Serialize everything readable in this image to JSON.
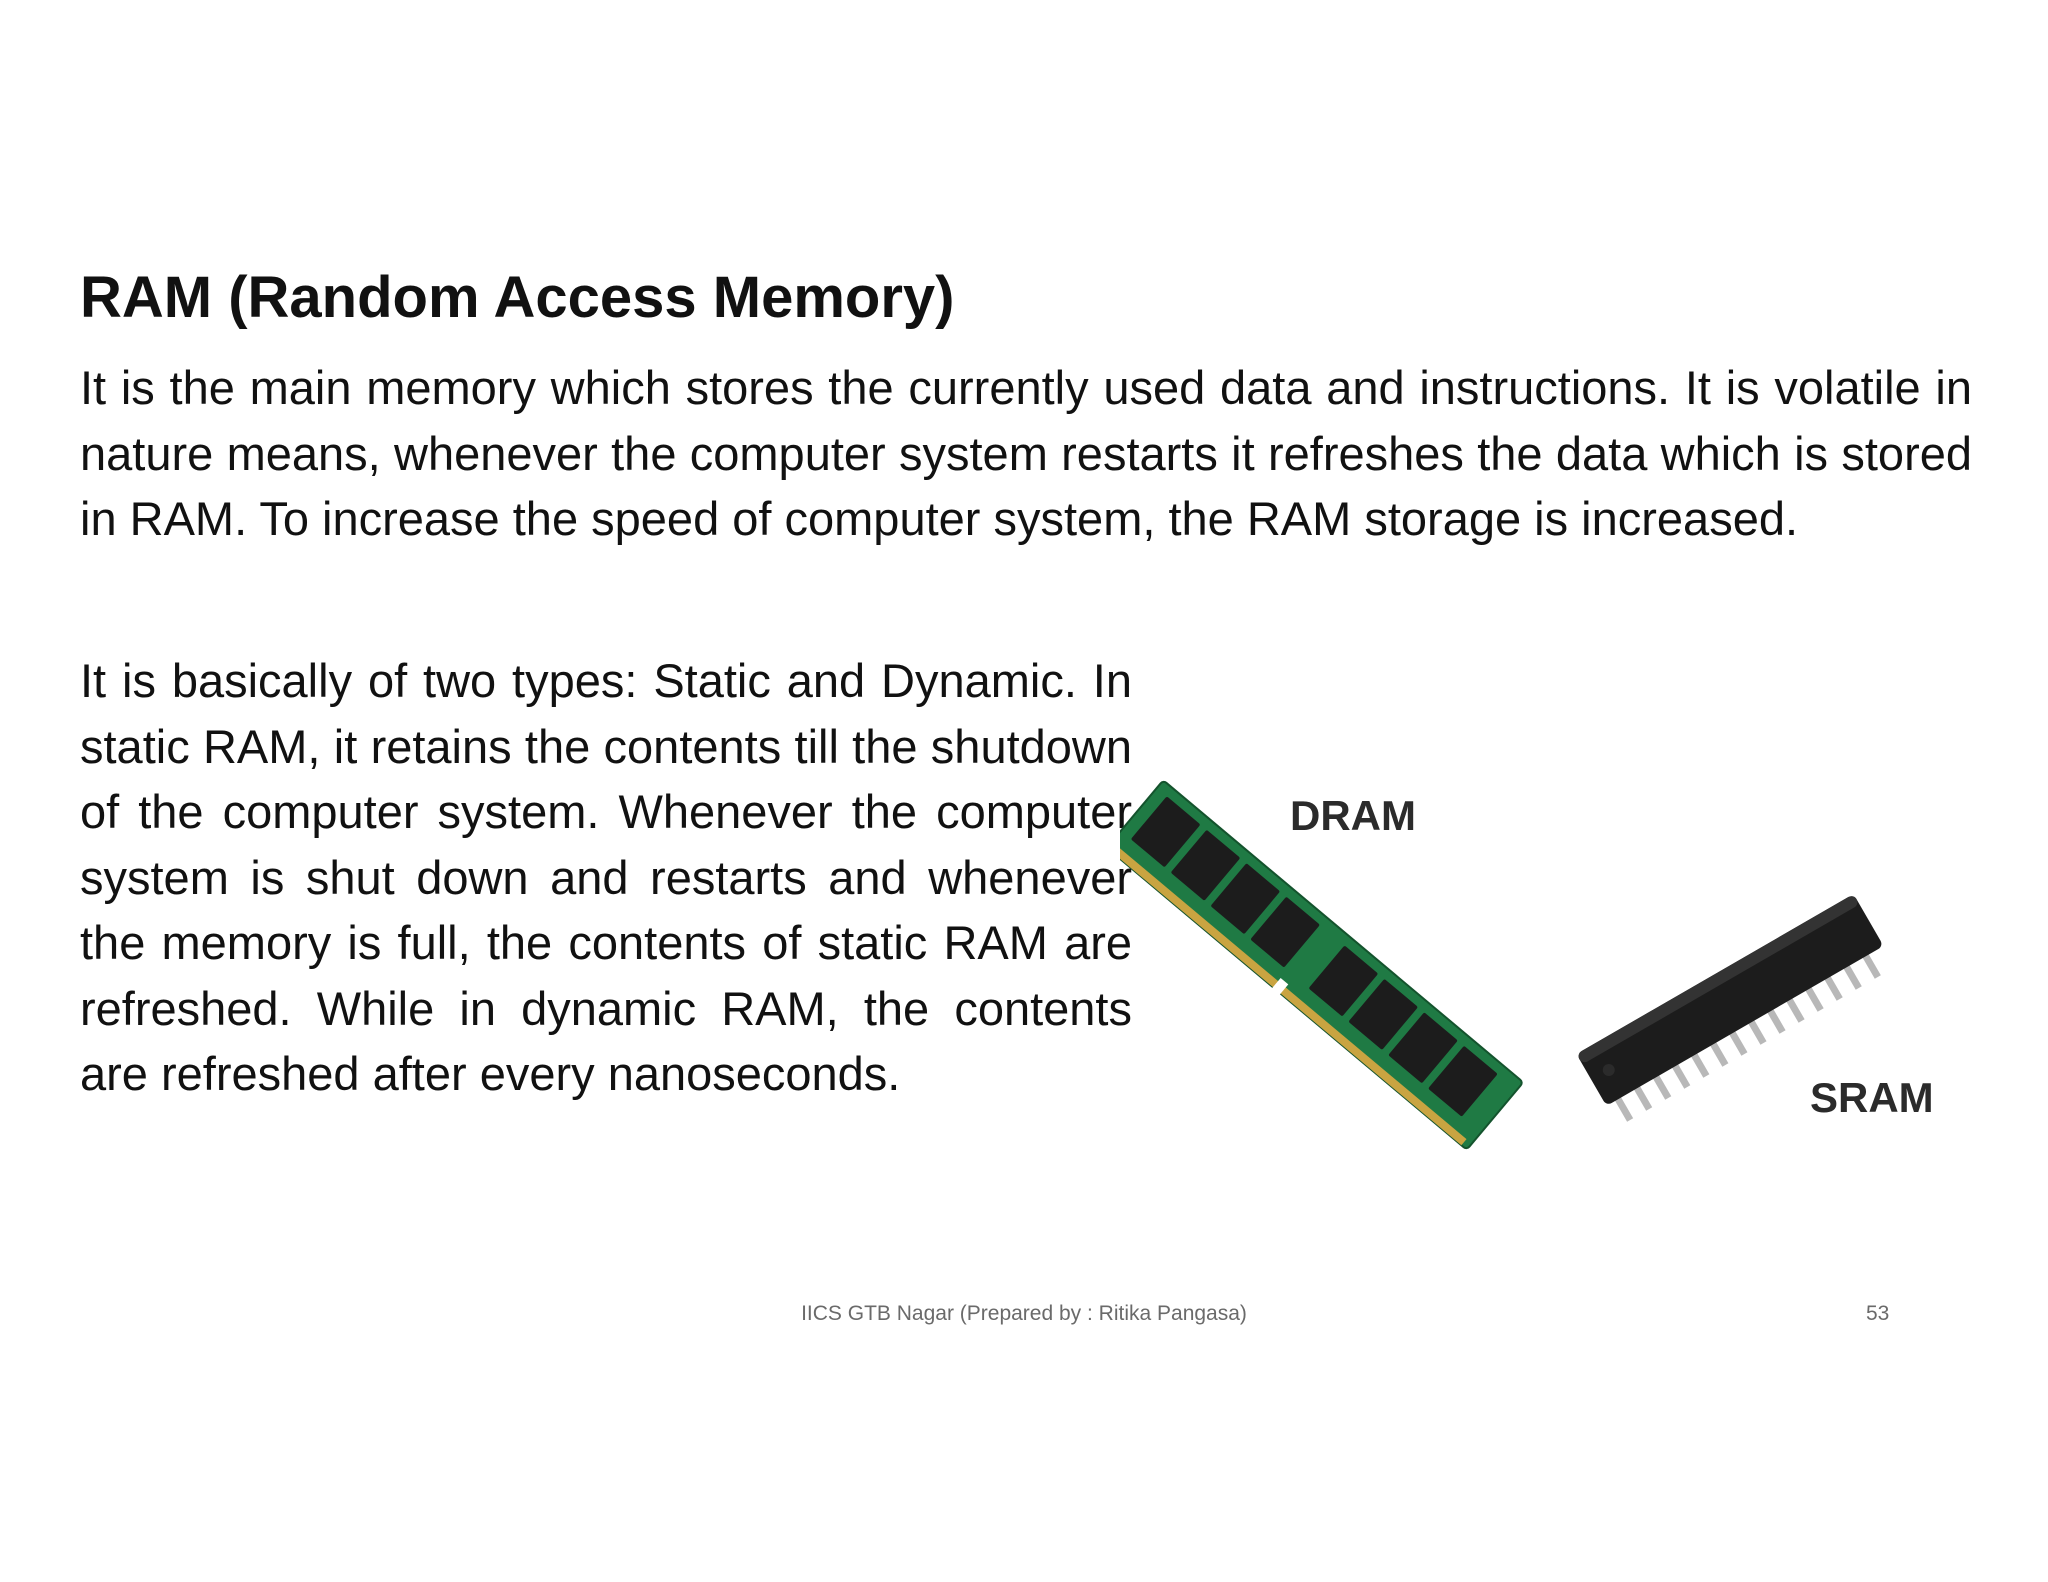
{
  "slide": {
    "title": "RAM (Random Access Memory)",
    "paragraph_1": "It is the main memory which stores the currently used data and instructions. It is volatile in nature means, whenever the computer system restarts it refreshes the data which is stored in RAM. To increase the speed of computer system, the RAM storage is increased.",
    "paragraph_2": "It is basically of two types: Static and Dynamic. In static RAM, it retains the contents till the shutdown of the computer system. Whenever the computer system is shut down and restarts and whenever the memory is full, the contents of static RAM are refreshed. While in dynamic RAM, the contents are refreshed after every nanoseconds."
  },
  "illustration": {
    "dram_label": "DRAM",
    "sram_label": "SRAM",
    "colors": {
      "pcb_green": "#1f7a44",
      "chip_black": "#1c1c1c",
      "gold_contacts": "#c9a441",
      "pins_silver": "#b8b8b8"
    }
  },
  "footer": {
    "text": "IICS GTB Nagar (Prepared by : Ritika Pangasa)",
    "page_number": "53"
  }
}
